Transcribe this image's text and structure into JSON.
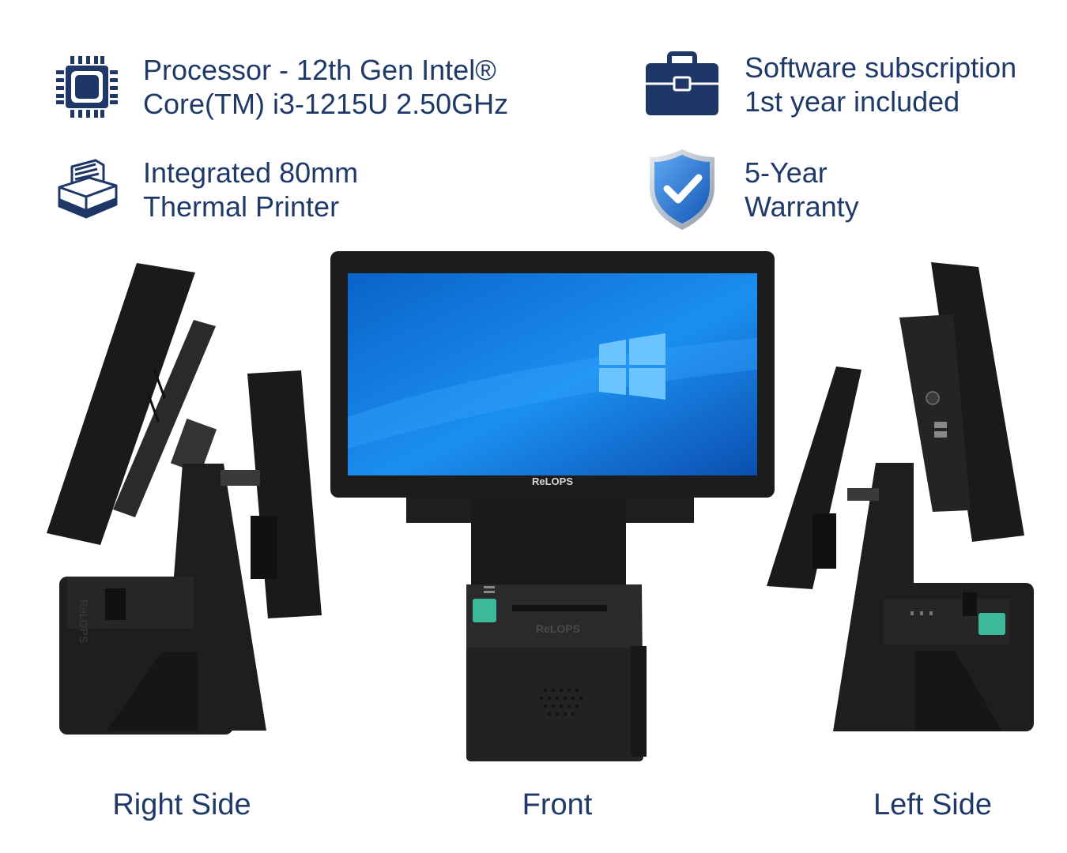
{
  "features": {
    "processor": {
      "icon": "cpu-chip-icon",
      "line1": "Processor - 12th Gen Intel®",
      "line2": "Core(TM) i3-1215U 2.50GHz"
    },
    "printer": {
      "icon": "thermal-printer-icon",
      "line1": "Integrated 80mm",
      "line2": "Thermal Printer"
    },
    "software": {
      "icon": "briefcase-icon",
      "line1": "Software subscription",
      "line2": "1st year included"
    },
    "warranty": {
      "icon": "shield-check-icon",
      "line1": "5-Year",
      "line2": "Warranty"
    }
  },
  "products": {
    "brand": "ReLOPS",
    "screen_color": "#1a73d9",
    "body_color": "#1e1e1e",
    "accent_color": "#3cb89a"
  },
  "captions": {
    "right": "Right Side",
    "front": "Front",
    "left": "Left Side"
  },
  "colors": {
    "text": "#1f3a68",
    "icon": "#1e3766"
  }
}
